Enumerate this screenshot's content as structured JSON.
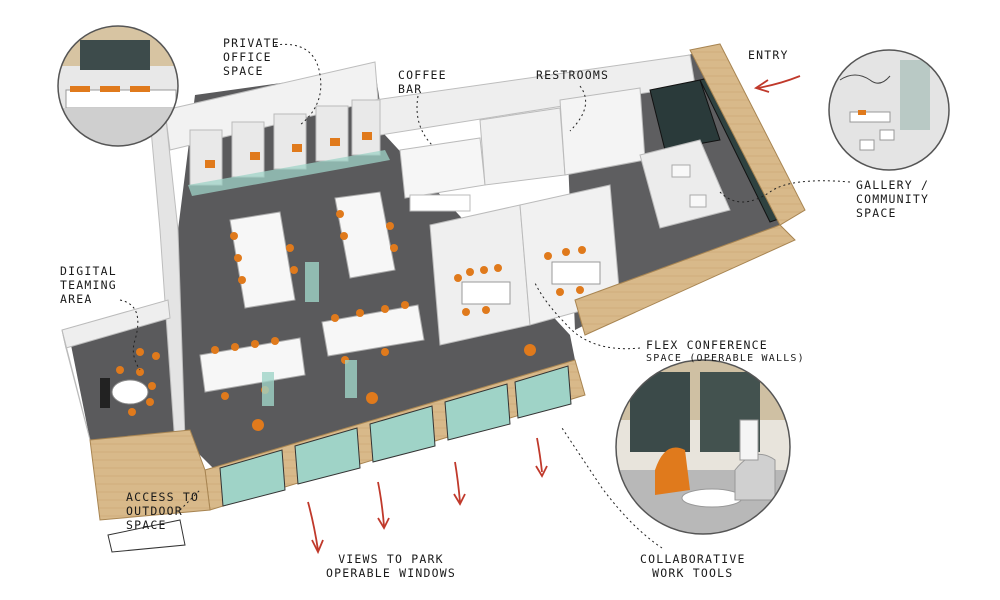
{
  "labels": {
    "private_office": [
      "Private",
      "Office",
      "Space"
    ],
    "coffee_bar": [
      "Coffee",
      "Bar"
    ],
    "restrooms": [
      "Restrooms"
    ],
    "entry": [
      "Entry"
    ],
    "gallery": [
      "Gallery /",
      "Community",
      "Space"
    ],
    "digital_teaming": [
      "Digital",
      "Teaming",
      "Area"
    ],
    "flex_conference": [
      "Flex Conference",
      "Space (operable walls)"
    ],
    "access_outdoor": [
      "Access to",
      "Outdoor",
      "Space"
    ],
    "views_park": [
      "Views to Park",
      "Operable Windows"
    ],
    "collab_tools": [
      "Collaborative",
      "Work Tools"
    ]
  },
  "colors": {
    "floor": "#58585a",
    "wall_white": "#f3f3f3",
    "wall_shade": "#d9d9d9",
    "glass": "#9fd3c7",
    "wood": "#d8b98a",
    "wood_dark": "#b8945f",
    "accent_orange": "#e07a1c",
    "arrow_red": "#c0392b",
    "leader": "#222222"
  }
}
